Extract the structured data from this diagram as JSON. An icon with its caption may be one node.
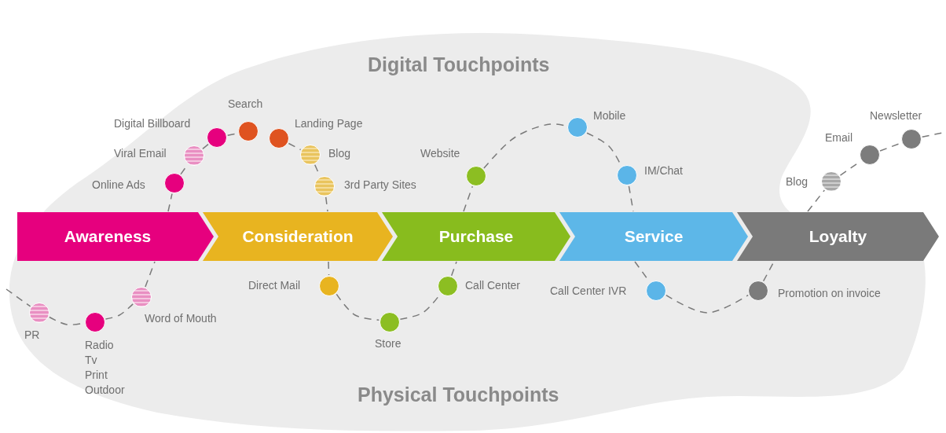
{
  "diagram": {
    "nodes": [
      {
        "text": [
          "Awareness"
        ]
      },
      {
        "text": [
          "Consideration"
        ]
      },
      {
        "text": [
          "Purchase"
        ]
      },
      {
        "text": [
          "Service"
        ]
      },
      {
        "text": [
          "Loyalty"
        ]
      },
      {
        "text": [],
        "shape": "circle",
        "beside": [
          "PR"
        ]
      },
      {
        "text": [],
        "shape": "circle",
        "beside": [
          "Radio Tv Print Outdoor"
        ]
      },
      {
        "text": [],
        "shape": "circle",
        "beside": [
          "Word of Mouth"
        ]
      },
      {
        "text": [],
        "shape": "circle",
        "beside": [
          "Online Ads"
        ]
      },
      {
        "text": [],
        "shape": "circle",
        "beside": [
          "Viral Email"
        ]
      },
      {
        "text": [],
        "shape": "circle",
        "beside": [
          "Digital Billboard"
        ]
      },
      {
        "text": [],
        "shape": "circle",
        "beside": [
          "Search"
        ]
      },
      {
        "text": [],
        "shape": "circle",
        "beside": [
          "Landing Page"
        ]
      },
      {
        "text": [],
        "shape": "circle",
        "beside": [
          "Blog"
        ]
      },
      {
        "text": [],
        "shape": "circle",
        "beside": [
          "3rd Party Sites"
        ]
      },
      {
        "text": [],
        "shape": "circle",
        "beside": [
          "Direct Mail"
        ]
      },
      {
        "text": [],
        "shape": "circle",
        "beside": [
          "Store"
        ]
      },
      {
        "text": [],
        "shape": "circle",
        "beside": [
          "Call Center"
        ]
      },
      {
        "text": [],
        "shape": "circle",
        "beside": [
          "Website"
        ]
      },
      {
        "text": [],
        "shape": "circle",
        "beside": [
          "Mobile"
        ]
      },
      {
        "text": [],
        "shape": "circle",
        "beside": [
          "IM/Chat"
        ]
      },
      {
        "text": [],
        "shape": "circle",
        "beside": [
          "Call Center IVR"
        ]
      },
      {
        "text": [],
        "shape": "circle",
        "beside": [
          "Promotion on invoice"
        ]
      },
      {
        "text": [],
        "shape": "circle",
        "beside": [
          "Blog"
        ]
      },
      {
        "text": [],
        "shape": "circle",
        "beside": [
          "Email"
        ]
      },
      {
        "text": [],
        "shape": "circle",
        "beside": [
          "Newsletter"
        ]
      }
    ],
    "edges": [
      {
        "from": null,
        "to": 5,
        "arrow": "none",
        "style": "dashed"
      },
      {
        "from": 5,
        "to": 6,
        "arrow": "none",
        "style": "dashed"
      },
      {
        "from": 6,
        "to": 7,
        "arrow": "none",
        "style": "dashed"
      },
      {
        "from": 7,
        "to": 0,
        "arrow": "none",
        "style": "dashed"
      },
      {
        "from": 0,
        "to": 8,
        "arrow": "none",
        "style": "dashed"
      },
      {
        "from": 8,
        "to": 9,
        "arrow": "none",
        "style": "dashed"
      },
      {
        "from": 9,
        "to": 10,
        "arrow": "none",
        "style": "dashed"
      },
      {
        "from": 10,
        "to": 11,
        "arrow": "none",
        "style": "dashed"
      },
      {
        "from": 12,
        "to": 13,
        "arrow": "none",
        "style": "dashed"
      },
      {
        "from": 13,
        "to": 14,
        "arrow": "none",
        "style": "dashed"
      },
      {
        "from": 14,
        "to": 1,
        "arrow": "none",
        "style": "dashed"
      },
      {
        "from": 1,
        "to": 15,
        "arrow": "none",
        "style": "dashed"
      },
      {
        "from": 15,
        "to": 16,
        "arrow": "none",
        "style": "dashed"
      },
      {
        "from": 16,
        "to": 17,
        "arrow": "none",
        "style": "dashed"
      },
      {
        "from": 17,
        "to": 2,
        "arrow": "none",
        "style": "dashed"
      },
      {
        "from": 2,
        "to": 18,
        "arrow": "none",
        "style": "dashed"
      },
      {
        "from": 18,
        "to": 19,
        "arrow": "none",
        "style": "dashed"
      },
      {
        "from": 19,
        "to": 20,
        "arrow": "none",
        "style": "dashed"
      },
      {
        "from": 20,
        "to": 3,
        "arrow": "none",
        "style": "dashed"
      },
      {
        "from": 3,
        "to": 21,
        "arrow": "none",
        "style": "dashed"
      },
      {
        "from": 21,
        "to": 22,
        "arrow": "none",
        "style": "dashed"
      },
      {
        "from": 22,
        "to": 4,
        "arrow": "none",
        "style": "dashed"
      },
      {
        "from": 4,
        "to": 23,
        "arrow": "none",
        "style": "dashed"
      },
      {
        "from": 23,
        "to": 24,
        "arrow": "none",
        "style": "dashed"
      },
      {
        "from": 24,
        "to": 25,
        "arrow": "none",
        "style": "dashed"
      },
      {
        "from": 25,
        "to": null,
        "arrow": "none",
        "style": "dashed"
      }
    ],
    "labels": [
      "Digital Touchpoints",
      "Physical Touchpoints"
    ]
  }
}
